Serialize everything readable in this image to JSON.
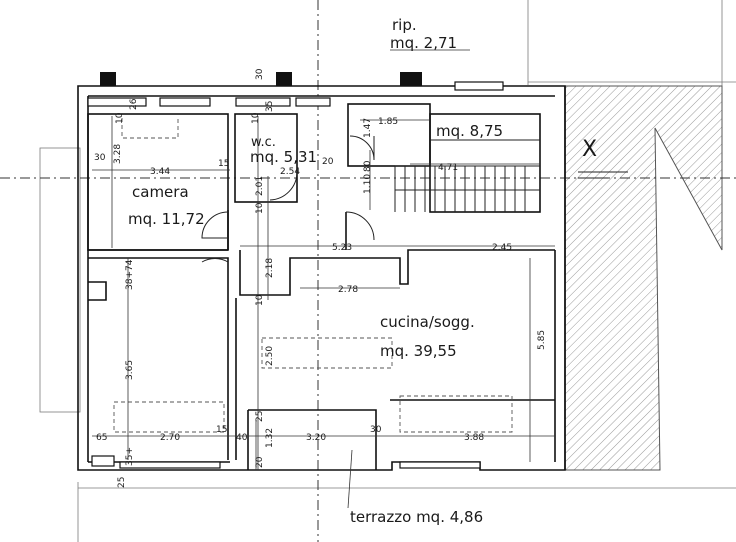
{
  "rooms": {
    "rip": {
      "name": "rip.",
      "area": "mq. 2,71"
    },
    "stair": {
      "area": "mq. 8,75"
    },
    "wc": {
      "name": "w.c.",
      "area": "mq. 5,31"
    },
    "camera": {
      "name": "camera",
      "area": "mq. 11,72"
    },
    "cucina": {
      "name": "cucina/sogg.",
      "area": "mq. 39,55"
    },
    "terrazzo": {
      "name": "terrazzo mq. 4,86"
    }
  },
  "marker": {
    "letter": "X"
  },
  "dims": {
    "d30a": "30",
    "d30b": "30",
    "d30c": "30",
    "d10a": "10",
    "d10b": "10",
    "d10c": "10",
    "d10d": "10",
    "d26": "26",
    "d35a": "35",
    "d328": "3.28",
    "d344": "3.44",
    "d15a": "15",
    "d15b": "15",
    "d185": "1.85",
    "d147": "1.47",
    "d471": "4.71",
    "d254": "2.54",
    "d20a": "20",
    "d20b": "20",
    "d201": "2.01",
    "d110": "1.10",
    "d80": "80",
    "d523": "5.23",
    "d245": "2.45",
    "d218": "2.18",
    "d278": "2.78",
    "d3874": "38+74",
    "d585": "5.85",
    "d250": "2.50",
    "d365": "3.65",
    "d25a": "25",
    "d25b": "25",
    "d65": "65",
    "d270": "2.70",
    "d40": "40",
    "d132": "1.32",
    "d320": "3.20",
    "d388": "3.88",
    "d35b": "35+"
  }
}
